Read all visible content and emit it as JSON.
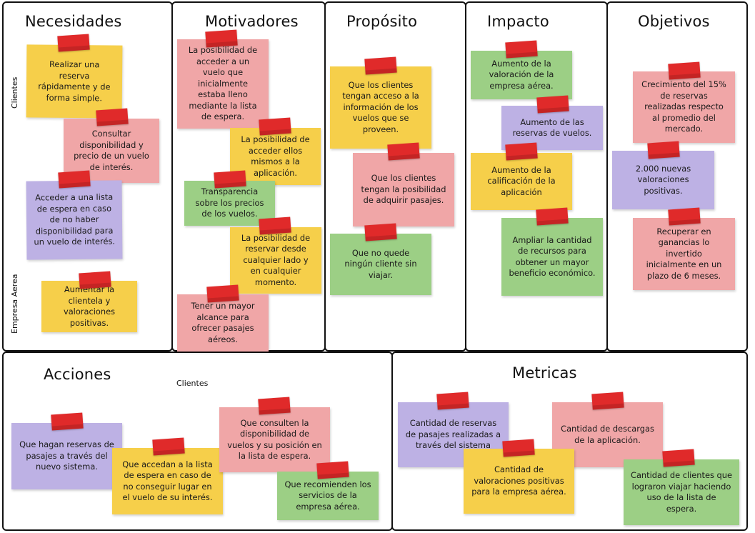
{
  "sections": {
    "necesidades": "Necesidades",
    "motivadores": "Motivadores",
    "proposito": "Propósito",
    "impacto": "Impacto",
    "objetivos": "Objetivos",
    "acciones": "Acciones",
    "metricas": "Metricas"
  },
  "row_labels": {
    "clientes": "Clientes",
    "empresa": "Empresa Aerea",
    "acciones_clientes": "Clientes"
  },
  "notes": {
    "nec1": "Realizar una reserva rápidamente y de forma simple.",
    "nec2": "Consultar disponibilidad y precio de un vuelo de interés.",
    "nec3": "Acceder a una lista de espera en caso de no haber disponibilidad para un vuelo de interés.",
    "nec4": "Aumentar la clientela y valoraciones positivas.",
    "mot1": "La posibilidad de acceder a un vuelo que inicialmente estaba lleno mediante la lista de espera.",
    "mot2": "La posibilidad de acceder ellos mismos a la aplicación.",
    "mot3": "Transparencia sobre los precios de los vuelos.",
    "mot4": "La posibilidad de reservar desde cualquier lado y en cualquier momento.",
    "mot5": "Tener un mayor alcance para ofrecer pasajes aéreos.",
    "pro1": "Que los clientes tengan acceso a la información de los vuelos que se proveen.",
    "pro2": "Que los clientes tengan la posibilidad de adquirir pasajes.",
    "pro3": "Que no quede ningún cliente sin viajar.",
    "imp1": "Aumento de la valoración de la empresa aérea.",
    "imp2": "Aumento de las reservas de vuelos.",
    "imp3": "Aumento de la calificación de la aplicación",
    "imp4": "Ampliar la cantidad de recursos para obtener un mayor beneficio económico.",
    "obj1": "Crecimiento del 15% de reservas realizadas respecto al promedio del mercado.",
    "obj2": "2.000 nuevas valoraciones positivas.",
    "obj3": "Recuperar en ganancias lo invertido inicialmente en un plazo de 6 meses.",
    "acc1": "Que hagan reservas de pasajes a través del nuevo sistema.",
    "acc2": "Que accedan a la lista de espera en caso de no conseguir lugar en el vuelo de su interés.",
    "acc3": "Que consulten la disponibilidad de vuelos y su posición en la lista de espera.",
    "acc4": "Que recomienden los servicios de la empresa aérea.",
    "met1": "Cantidad de reservas de pasajes realizadas a través del sistema",
    "met2": "Cantidad de descargas de la aplicación.",
    "met3": "Cantidad de valoraciones positivas para la empresa aérea.",
    "met4": "Cantidad de clientes que lograron viajar haciendo uso de la lista de espera."
  },
  "colors": {
    "yellow": "#f6cf4a",
    "pink": "#f0a6a7",
    "purple": "#bdb1e4",
    "green": "#9ccf85",
    "tape": "#e02a2a"
  }
}
